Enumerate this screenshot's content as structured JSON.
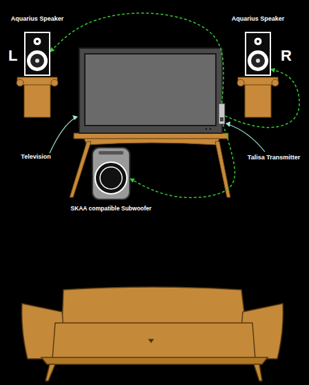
{
  "diagram": {
    "nodes": [
      {
        "text": [
          "Aquarius Speaker",
          "L"
        ]
      },
      {
        "text": [
          "Aquarius Speaker",
          "R"
        ]
      },
      {
        "text": [
          "Talisa Transmitter"
        ]
      },
      {
        "text": [
          "SKAA compatible Subwoofer"
        ]
      }
    ],
    "edges": [
      {
        "from": 2,
        "to": 0,
        "arrow": "to"
      },
      {
        "from": 2,
        "to": 1,
        "arrow": "to"
      },
      {
        "from": 2,
        "to": 3,
        "arrow": "to"
      }
    ],
    "labels": [
      "Television"
    ]
  }
}
